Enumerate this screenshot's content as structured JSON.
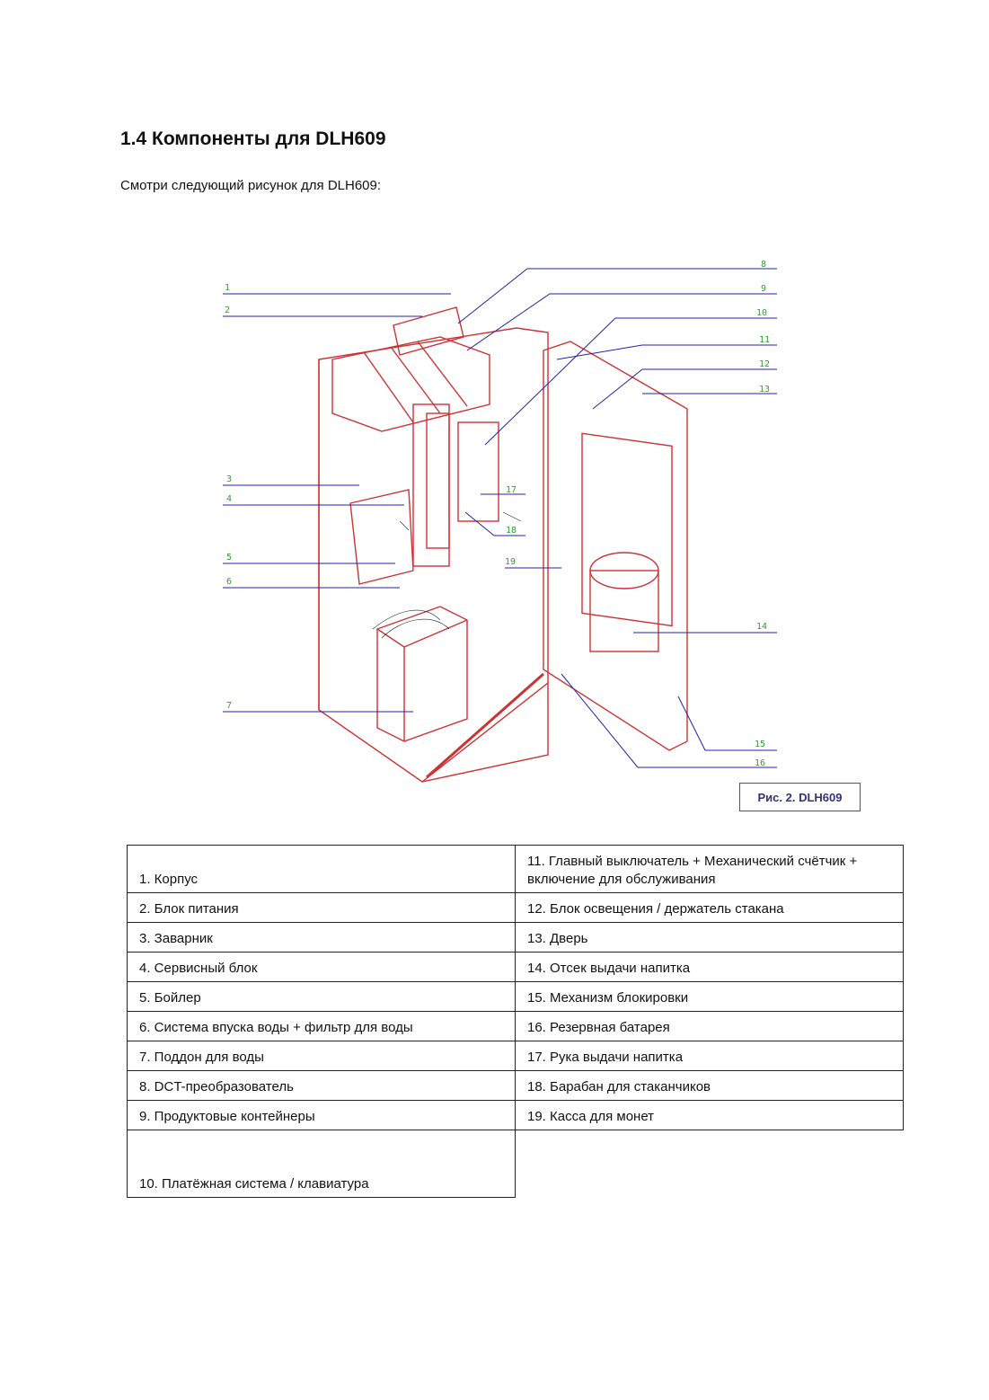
{
  "heading": "1.4 Компоненты для DLH609",
  "intro": "Смотри следующий рисунок для DLH609:",
  "figure": {
    "caption": "Рис. 2. DLH609",
    "callouts": [
      "1",
      "2",
      "3",
      "4",
      "5",
      "6",
      "7",
      "8",
      "9",
      "10",
      "11",
      "12",
      "13",
      "14",
      "15",
      "16",
      "17",
      "18",
      "19"
    ]
  },
  "components": {
    "rows": [
      [
        "1. Корпус",
        "11. Главный выключатель + Механический счётчик  + включение для обслуживания"
      ],
      [
        "2. Блок питания",
        "12. Блок освещения / держатель стакана"
      ],
      [
        "3. Заварник",
        "13. Дверь"
      ],
      [
        "4. Сервисный блок",
        "14. Отсек выдачи напитка"
      ],
      [
        "5. Бойлер",
        "15. Механизм блокировки"
      ],
      [
        "6. Система впуска воды + фильтр для воды",
        "16. Резервная батарея"
      ],
      [
        "7. Поддон для воды",
        "17. Рука выдачи напитка"
      ],
      [
        "8. DCT-преобразователь",
        "18. Барабан для стаканчиков"
      ],
      [
        "9. Продуктовые контейнеры",
        "19. Касса для монет"
      ],
      [
        "10. Платёжная система / клавиатура",
        ""
      ]
    ]
  },
  "colors": {
    "outline": "#cc3333",
    "leader": "#2222aa",
    "callout": "#2e9e2e",
    "caption_text": "#333377"
  }
}
